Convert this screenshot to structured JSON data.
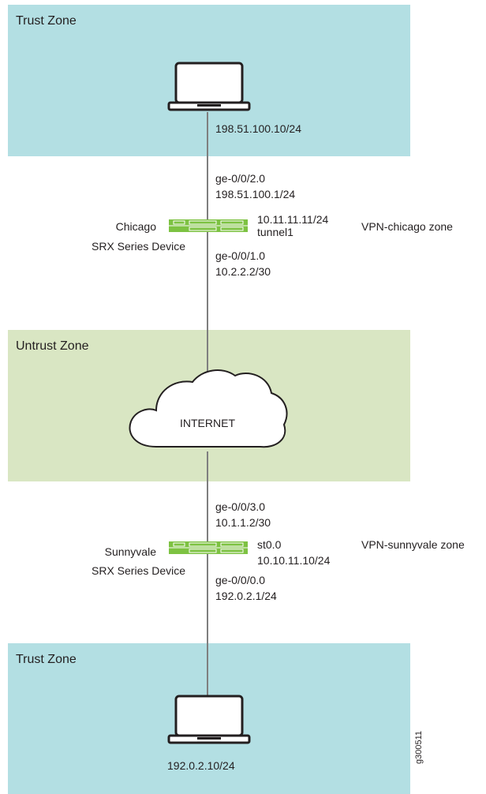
{
  "zones": {
    "trust_top": "Trust Zone",
    "untrust": "Untrust Zone",
    "trust_bottom": "Trust Zone"
  },
  "hosts": {
    "top_ip": "198.51.100.10/24",
    "bottom_ip": "192.0.2.10/24"
  },
  "chicago": {
    "name": "Chicago",
    "type": "SRX Series Device",
    "upper_interface": "ge-0/0/2.0",
    "upper_ip": "198.51.100.1/24",
    "tunnel_ip": "10.11.11.11/24",
    "tunnel_name": "tunnel1",
    "lower_interface": "ge-0/0/1.0",
    "lower_ip": "10.2.2.2/30",
    "vpn_zone": "VPN-chicago zone"
  },
  "internet": {
    "label": "INTERNET"
  },
  "sunnyvale": {
    "name": "Sunnyvale",
    "type": "SRX Series Device",
    "upper_interface": "ge-0/0/3.0",
    "upper_ip": "10.1.1.2/30",
    "tunnel_name": "st0.0",
    "tunnel_ip": "10.10.11.10/24",
    "lower_interface": "ge-0/0/0.0",
    "lower_ip": "192.0.2.1/24",
    "vpn_zone": "VPN-sunnyvale zone"
  },
  "figure_id": "g300511",
  "colors": {
    "trust_zone": "#b3dfe3",
    "untrust_zone": "#d9e6c3",
    "device_green": "#7dc242",
    "link_gray": "#7f7f7f"
  }
}
